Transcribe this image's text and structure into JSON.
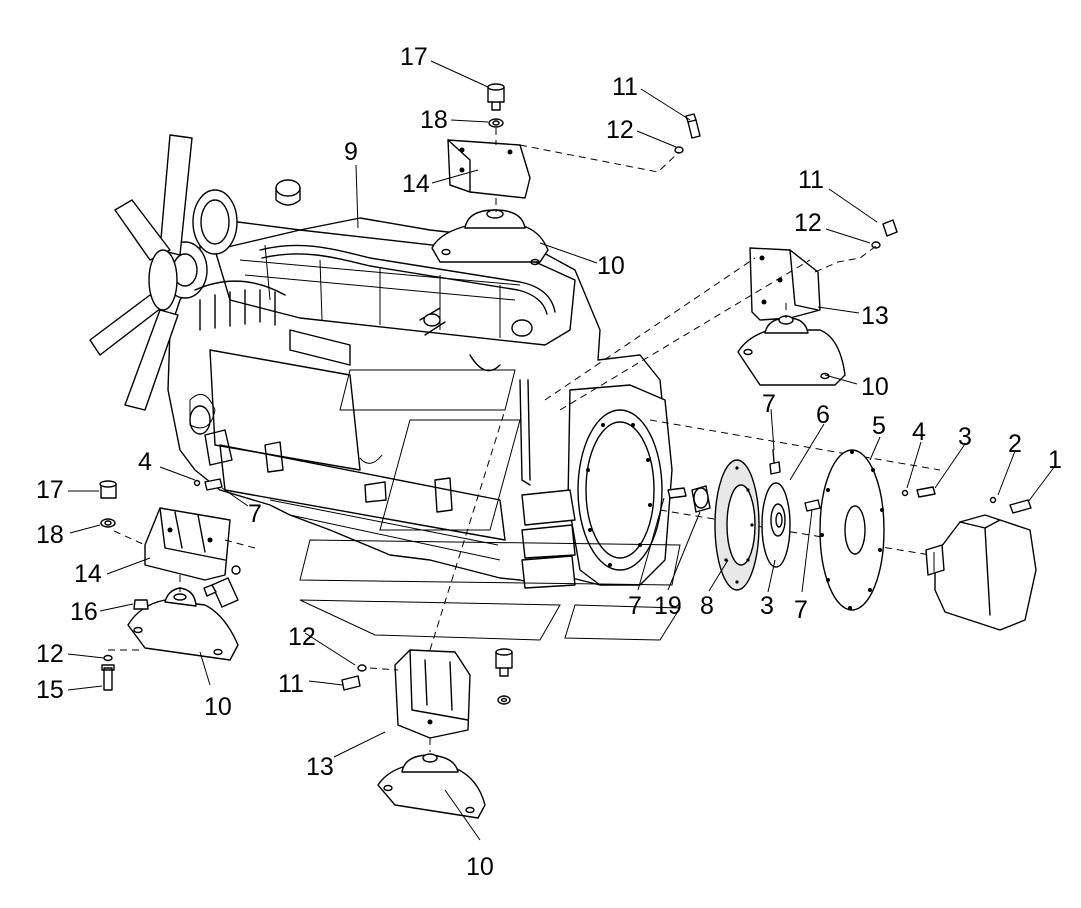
{
  "callouts": [
    {
      "id": "c-17-top",
      "text": "17"
    },
    {
      "id": "c-18-top",
      "text": "18"
    },
    {
      "id": "c-14-top",
      "text": "14"
    },
    {
      "id": "c-9",
      "text": "9"
    },
    {
      "id": "c-11-top",
      "text": "11"
    },
    {
      "id": "c-12-top",
      "text": "12"
    },
    {
      "id": "c-10-top",
      "text": "10"
    },
    {
      "id": "c-11-right",
      "text": "11"
    },
    {
      "id": "c-12-right",
      "text": "12"
    },
    {
      "id": "c-13-right",
      "text": "13"
    },
    {
      "id": "c-10-right",
      "text": "10"
    },
    {
      "id": "c-7-upper",
      "text": "7"
    },
    {
      "id": "c-6",
      "text": "6"
    },
    {
      "id": "c-5",
      "text": "5"
    },
    {
      "id": "c-4-right",
      "text": "4"
    },
    {
      "id": "c-3-right",
      "text": "3"
    },
    {
      "id": "c-2",
      "text": "2"
    },
    {
      "id": "c-1",
      "text": "1"
    },
    {
      "id": "c-4-left",
      "text": "4"
    },
    {
      "id": "c-7-left",
      "text": "7"
    },
    {
      "id": "c-17-left",
      "text": "17"
    },
    {
      "id": "c-18-left",
      "text": "18"
    },
    {
      "id": "c-14-left",
      "text": "14"
    },
    {
      "id": "c-16",
      "text": "16"
    },
    {
      "id": "c-12-left",
      "text": "12"
    },
    {
      "id": "c-15",
      "text": "15"
    },
    {
      "id": "c-10-left",
      "text": "10"
    },
    {
      "id": "c-12-mid",
      "text": "12"
    },
    {
      "id": "c-11-mid",
      "text": "11"
    },
    {
      "id": "c-13-bottom",
      "text": "13"
    },
    {
      "id": "c-10-bottom",
      "text": "10"
    },
    {
      "id": "c-7-lower",
      "text": "7"
    },
    {
      "id": "c-19",
      "text": "19"
    },
    {
      "id": "c-8",
      "text": "8"
    },
    {
      "id": "c-3-lower",
      "text": "3"
    },
    {
      "id": "c-7-right",
      "text": "7"
    }
  ]
}
